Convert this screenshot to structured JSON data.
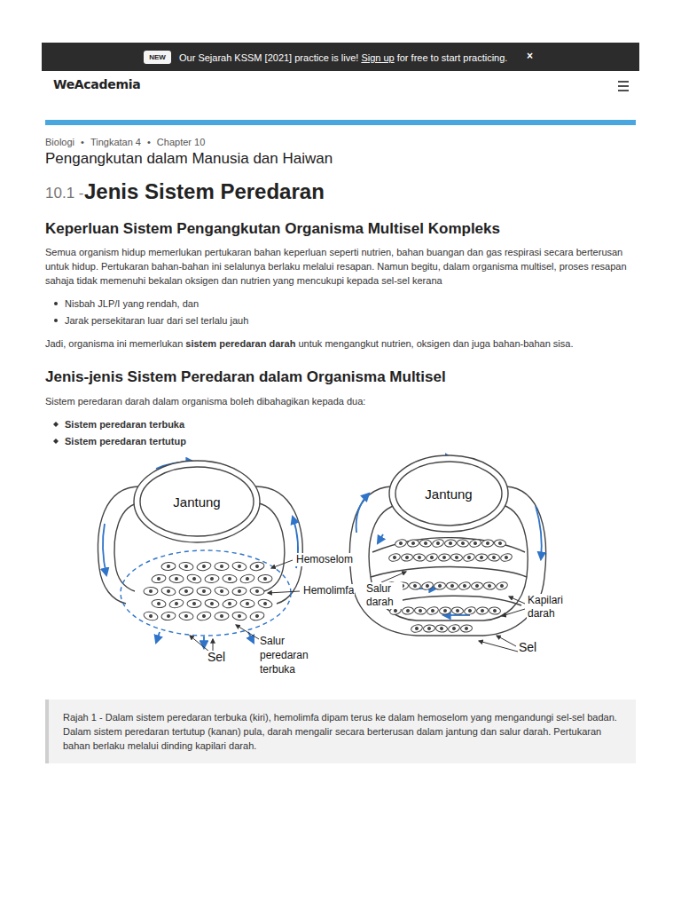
{
  "diagram": {
    "title": "Jenis Sistem Peredaran",
    "caption": "Rajah 1 - Dalam sistem peredaran terbuka (kiri), hemolimfa dipam terus ke dalam hemoselom yang mengandungi sel-sel badan. Dalam sistem peredaran tertutup (kanan) pula, darah mengalir secara berterusan dalam jantung dan salur darah. Pertukaran bahan berlaku melalui dinding kapilari darah.",
    "nodes": [
      {
        "text": [
          "Jantung"
        ]
      },
      {
        "text": [
          "Jantung"
        ]
      }
    ],
    "labels": [
      "NEW",
      "Our Sejarah KSSM [2021] practice is live!",
      "Sign up",
      "for free to start practicing.",
      "×",
      "WeAcademia",
      "Biologi",
      "•",
      "Tingkatan 4",
      "•",
      "Chapter 10",
      "Pengangkutan dalam Manusia dan Haiwan",
      "10.1 -",
      "Keperluan Sistem Pengangkutan Organisma Multisel Kompleks",
      "Semua organism hidup memerlukan pertukaran bahan keperluan seperti nutrien, bahan buangan dan gas respirasi secara berterusan untuk hidup. Pertukaran bahan-bahan ini selalunya berlaku melalui resapan. Namun begitu, dalam organisma multisel, proses resapan sahaja tidak memenuhi bekalan oksigen dan nutrien yang mencukupi kepada sel-sel kerana",
      "Nisbah JLP/I yang rendah, dan",
      "Jarak persekitaran luar dari sel terlalu jauh",
      "Jadi, organisma ini memerlukan",
      "sistem peredaran darah",
      "untuk mengangkut nutrien, oksigen dan juga bahan-bahan sisa.",
      "Jenis-jenis Sistem Peredaran dalam Organisma Multisel",
      "Sistem peredaran darah dalam organisma boleh dibahagikan kepada dua:",
      "Sistem peredaran terbuka",
      "Sistem peredaran tertutup",
      "Hemoselom",
      "Hemolimfa",
      "Sel",
      "Salur peredaran terbuka",
      "Salur darah",
      "Kapilari darah",
      "Sel"
    ]
  }
}
